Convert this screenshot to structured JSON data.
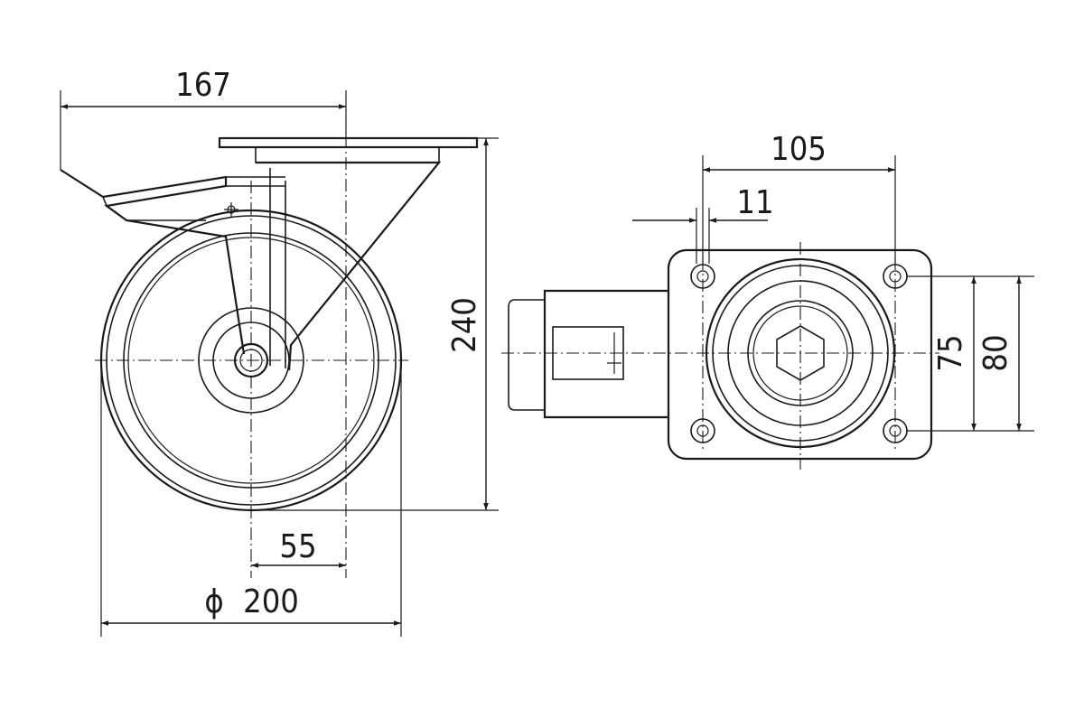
{
  "dimensions": {
    "overall_width_label": "167",
    "total_height_label": "240",
    "offset_label": "55",
    "wheel_diameter_symbol": "ϕ",
    "wheel_diameter_label": "200",
    "plate_length_label": "105",
    "bolt_hole_label": "11",
    "hole_spacing_inner_label": "75",
    "plate_width_label": "80"
  }
}
